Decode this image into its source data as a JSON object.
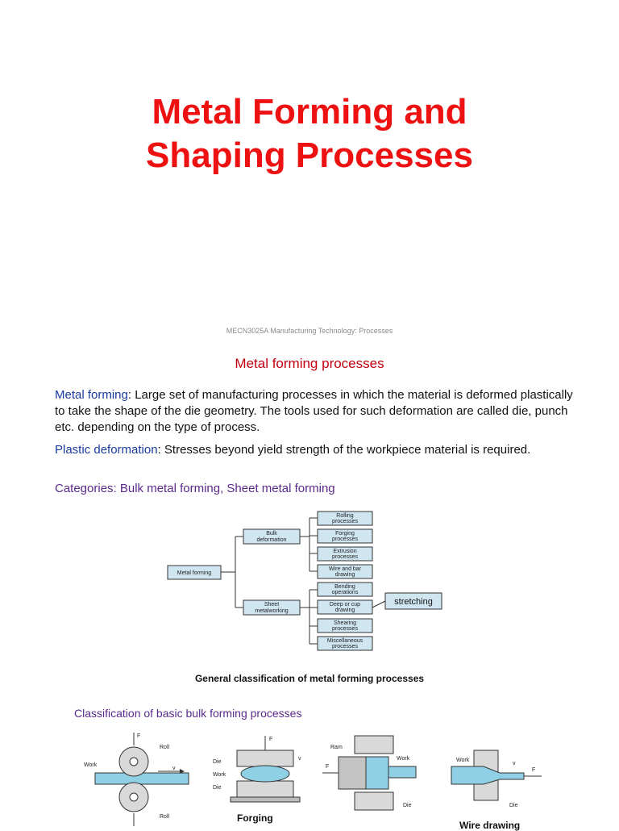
{
  "slide1": {
    "title_line1": "Metal Forming and",
    "title_line2": "Shaping Processes"
  },
  "slide2": {
    "footer": "MECN3025A Manufacturing Technology: Processes",
    "title": "Metal forming processes",
    "p1_term": "Metal forming",
    "p1_text": ": Large set of manufacturing processes in which the material is deformed plastically to take the shape of the die geometry. The tools used for such deformation are called die, punch etc. depending on the type of process.",
    "p2_term": "Plastic deformation",
    "p2_text": ": Stresses beyond yield strength of the workpiece material is required.",
    "categories": "Categories: Bulk metal forming, Sheet metal forming",
    "tree": {
      "root": "Metal forming",
      "bulk": [
        "Bulk",
        "deformation"
      ],
      "sheet": [
        "Sheet",
        "metalworking"
      ],
      "bulk_children": [
        [
          "Rolling",
          "processes"
        ],
        [
          "Forging",
          "processes"
        ],
        [
          "Extrusion",
          "processes"
        ],
        [
          "Wire and bar",
          "drawing"
        ]
      ],
      "sheet_children": [
        [
          "Bending",
          "operations"
        ],
        [
          "Deep or cup",
          "drawing"
        ],
        [
          "Shearing",
          "processes"
        ],
        [
          "Miscellaneous",
          "processes"
        ]
      ],
      "stretching": "stretching"
    },
    "caption": "General classification of metal forming processes",
    "bulk_caption": "Classification of basic bulk forming processes",
    "processes": {
      "rolling_labels": {
        "work": "Work",
        "roll_top": "Roll",
        "roll_bottom": "Roll",
        "force": "F",
        "velocity": "v"
      },
      "forging_labels": {
        "die_top": "Die",
        "work": "Work",
        "die_bottom": "Die",
        "force": "F",
        "velocity": "v"
      },
      "forging_title": "Forging",
      "extrusion_labels": {
        "ram": "Ram",
        "work": "Work",
        "die": "Die",
        "force": "F"
      },
      "drawing_labels": {
        "work": "Work",
        "die": "Die",
        "force": "F",
        "velocity": "v"
      },
      "drawing_title": "Wire drawing"
    }
  },
  "colors": {
    "title_red": "#ee1111",
    "term_blue": "#1a3aa0",
    "purple": "#5a2a8a",
    "box_fill": "#cfe6f1"
  }
}
